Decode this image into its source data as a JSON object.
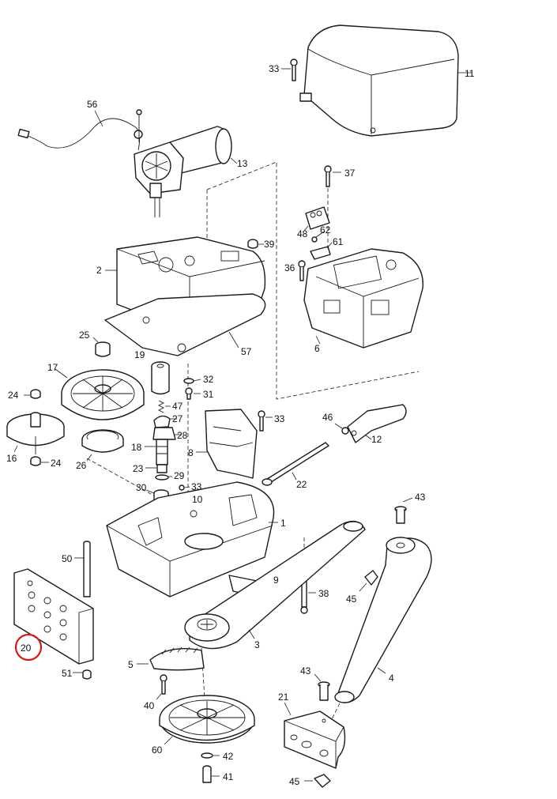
{
  "colors": {
    "ink": "#1a1a1a",
    "highlight": "#d21a1a",
    "background": "#ffffff"
  },
  "highlighted_part": "20",
  "labels": {
    "p1": "1",
    "p2": "2",
    "p3": "3",
    "p4": "4",
    "p5": "5",
    "p6": "6",
    "p8": "8",
    "p9": "9",
    "p10": "10",
    "p11": "11",
    "p12": "12",
    "p13": "13",
    "p16": "16",
    "p17": "17",
    "p18": "18",
    "p19": "19",
    "p20": "20",
    "p21": "21",
    "p22": "22",
    "p23": "23",
    "p24a": "24",
    "p24b": "24",
    "p25": "25",
    "p26": "26",
    "p27": "27",
    "p28": "28",
    "p29": "29",
    "p30": "30",
    "p31": "31",
    "p32": "32",
    "p33a": "33",
    "p33b": "33",
    "p33c": "33",
    "p36": "36",
    "p37": "37",
    "p38": "38",
    "p39": "39",
    "p40": "40",
    "p41": "41",
    "p42": "42",
    "p43a": "43",
    "p43b": "43",
    "p45a": "45",
    "p45b": "45",
    "p46": "46",
    "p47": "47",
    "p48": "48",
    "p50": "50",
    "p51": "51",
    "p56": "56",
    "p57": "57",
    "p60": "60",
    "p61": "61",
    "p62": "62"
  }
}
